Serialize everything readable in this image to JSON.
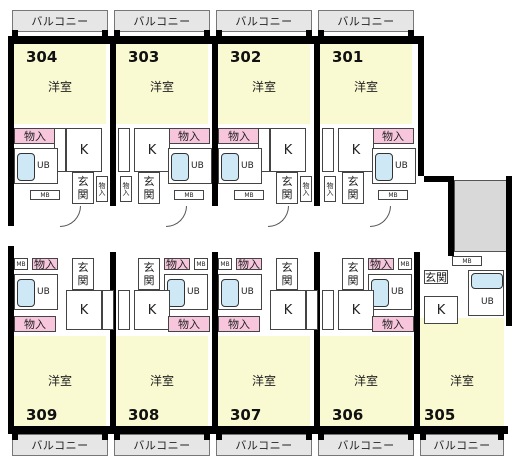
{
  "labels": {
    "balcony": "バルコニー",
    "western_room": "洋室",
    "kitchen": "K",
    "entrance_a": "玄",
    "entrance_b": "関",
    "entrance_full": "玄関",
    "closet": "物入",
    "unit_bath": "UB",
    "meter_box": "MB",
    "mini_closet": "物入"
  },
  "units_top": [
    "304",
    "303",
    "302",
    "301"
  ],
  "units_bottom": [
    "309",
    "308",
    "307",
    "306",
    "305"
  ],
  "colors": {
    "room": "#fafad2",
    "closet": "#f7c6dc",
    "tub": "#cfe8f6",
    "balcony": "#e6e6e6",
    "wall": "#000000"
  }
}
